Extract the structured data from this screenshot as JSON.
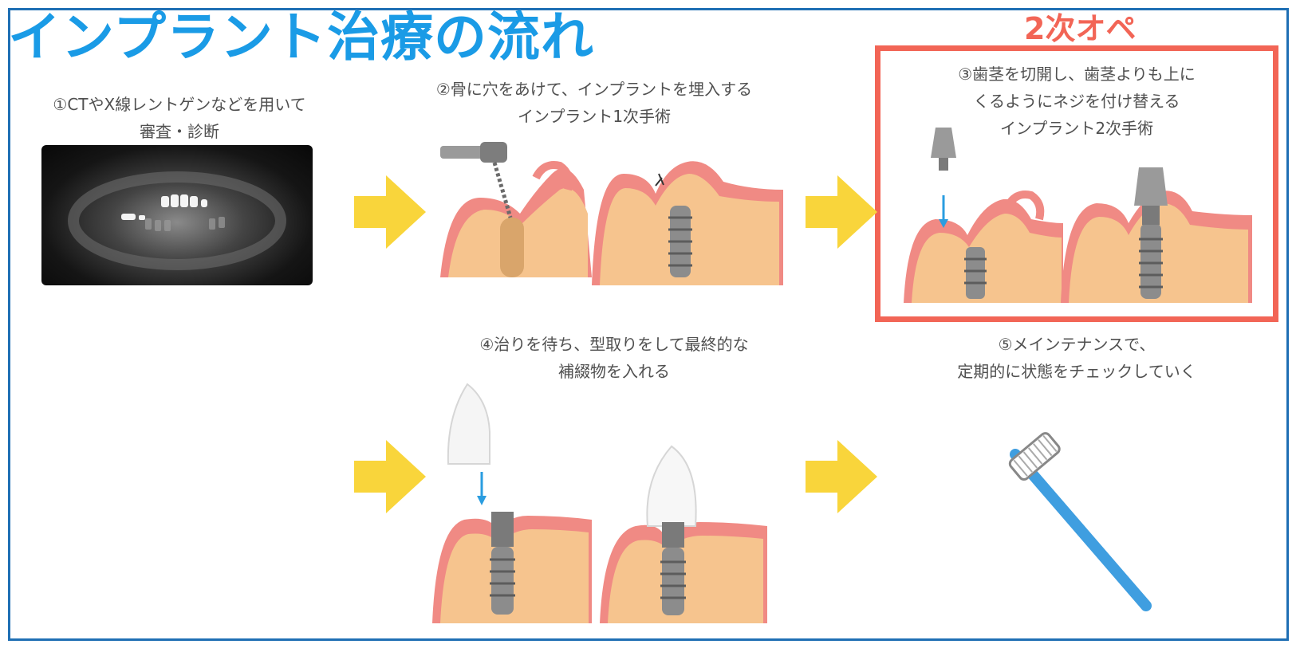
{
  "title": "インプラント治療の流れ",
  "second_op_label": "2次オペ",
  "steps": [
    {
      "lines": [
        "①CTやX線レントゲンなどを用いて",
        "審査・診断"
      ]
    },
    {
      "lines": [
        "②骨に穴をあけて、インプラントを埋入する",
        "インプラント1次手術"
      ]
    },
    {
      "lines": [
        "③歯茎を切開し、歯茎よりも上に",
        "くるようにネジを付け替える",
        "インプラント2次手術"
      ]
    },
    {
      "lines": [
        "④治りを待ち、型取りをして最終的な",
        "補綴物を入れる"
      ]
    },
    {
      "lines": [
        "⑤メインテナンスで、",
        "定期的に状態をチェックしていく"
      ]
    }
  ],
  "colors": {
    "frame": "#1f6fb4",
    "title": "#1a9be6",
    "highlight": "#f26556",
    "arrow": "#f9d53b",
    "gum": "#f08a84",
    "bone": "#f6c48e",
    "metal": "#8c8c8c",
    "toothbrush": "#3f9ee0"
  },
  "icons": [
    "xray-image",
    "drill-icon",
    "implant-icon",
    "abutment-icon",
    "crown-icon",
    "toothbrush-icon",
    "right-arrow-icon"
  ]
}
